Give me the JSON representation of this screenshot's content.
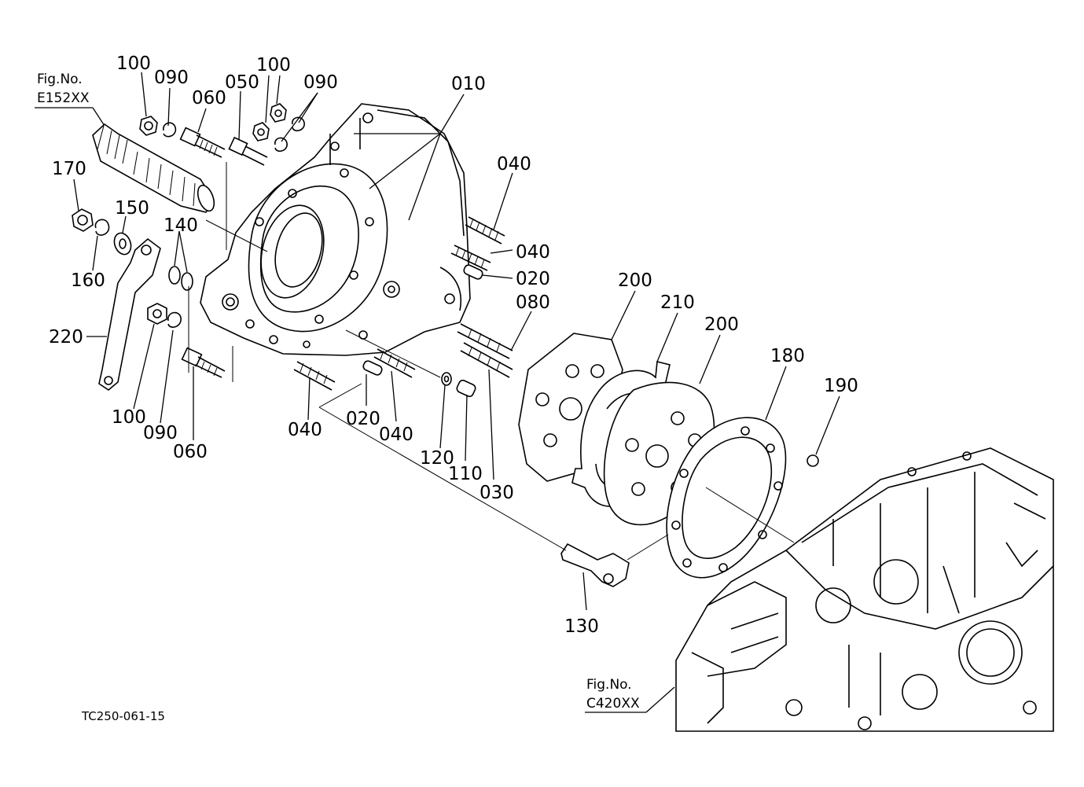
{
  "figure_refs": [
    {
      "id": "fig-e152",
      "label": "Fig.No.",
      "code": "E152XX"
    },
    {
      "id": "fig-c420",
      "label": "Fig.No.",
      "code": "C420XX"
    }
  ],
  "drawing_code": "TC250-061-15",
  "callouts": [
    {
      "id": "c100a",
      "text": "100"
    },
    {
      "id": "c090a",
      "text": "090"
    },
    {
      "id": "c060a",
      "text": "060"
    },
    {
      "id": "c050",
      "text": "050"
    },
    {
      "id": "c100b",
      "text": "100"
    },
    {
      "id": "c090b",
      "text": "090"
    },
    {
      "id": "c010",
      "text": "010"
    },
    {
      "id": "c040a",
      "text": "040"
    },
    {
      "id": "c040b",
      "text": "040"
    },
    {
      "id": "c020a",
      "text": "020"
    },
    {
      "id": "c080",
      "text": "080"
    },
    {
      "id": "c170",
      "text": "170"
    },
    {
      "id": "c150",
      "text": "150"
    },
    {
      "id": "c140",
      "text": "140"
    },
    {
      "id": "c160",
      "text": "160"
    },
    {
      "id": "c220",
      "text": "220"
    },
    {
      "id": "c100c",
      "text": "100"
    },
    {
      "id": "c090c",
      "text": "090"
    },
    {
      "id": "c060b",
      "text": "060"
    },
    {
      "id": "c040c",
      "text": "040"
    },
    {
      "id": "c020b",
      "text": "020"
    },
    {
      "id": "c040d",
      "text": "040"
    },
    {
      "id": "c120",
      "text": "120"
    },
    {
      "id": "c110",
      "text": "110"
    },
    {
      "id": "c030",
      "text": "030"
    },
    {
      "id": "c200a",
      "text": "200"
    },
    {
      "id": "c210",
      "text": "210"
    },
    {
      "id": "c200b",
      "text": "200"
    },
    {
      "id": "c180",
      "text": "180"
    },
    {
      "id": "c190",
      "text": "190"
    },
    {
      "id": "c130",
      "text": "130"
    }
  ]
}
